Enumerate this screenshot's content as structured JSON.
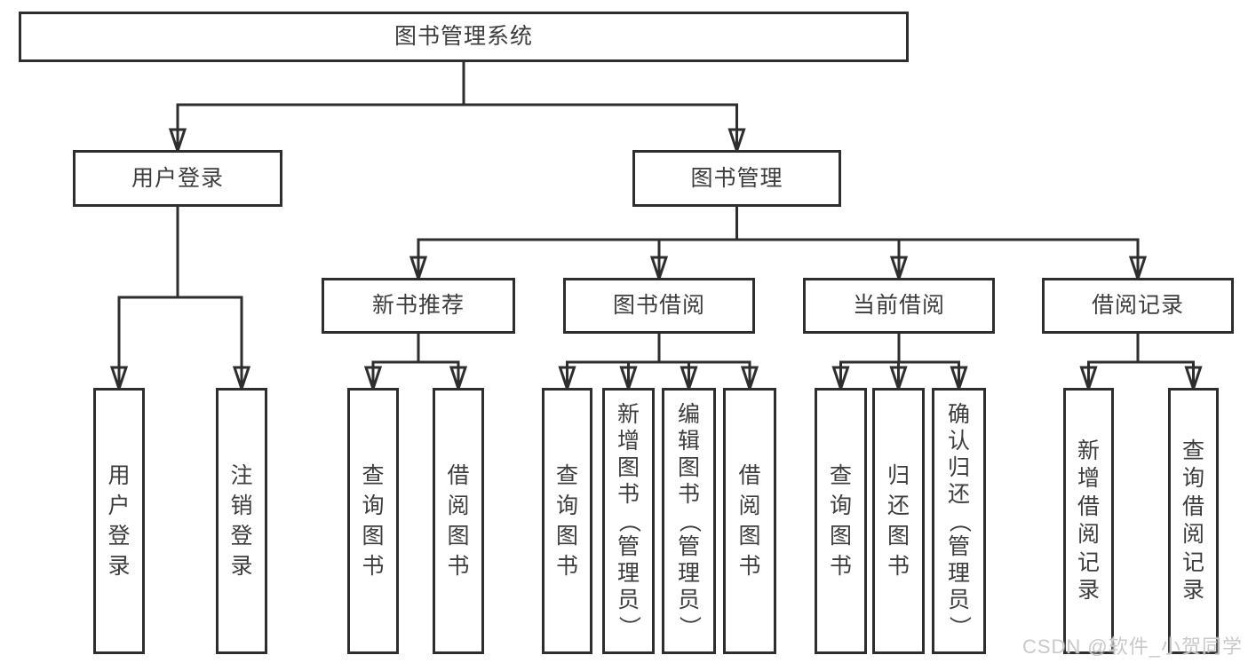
{
  "diagram": {
    "title": "图书管理系统",
    "colors": {
      "line": "#2e2e2e",
      "text": "#3d3d3d",
      "box_background": "#ffffff"
    },
    "nodes": [
      {
        "id": "root",
        "label": "图书管理系统",
        "parent": null
      },
      {
        "id": "user-login",
        "label": "用户登录",
        "parent": "root"
      },
      {
        "id": "book-mgmt",
        "label": "图书管理",
        "parent": "root"
      },
      {
        "id": "login-do",
        "label": "用户登录",
        "parent": "user-login"
      },
      {
        "id": "login-out",
        "label": "注销登录",
        "parent": "user-login"
      },
      {
        "id": "new-book",
        "label": "新书推荐",
        "parent": "book-mgmt"
      },
      {
        "id": "book-borrow",
        "label": "图书借阅",
        "parent": "book-mgmt"
      },
      {
        "id": "current-borrow",
        "label": "当前借阅",
        "parent": "book-mgmt"
      },
      {
        "id": "borrow-record",
        "label": "借阅记录",
        "parent": "book-mgmt"
      },
      {
        "id": "nb-query",
        "label": "查询图书",
        "parent": "new-book"
      },
      {
        "id": "nb-borrow",
        "label": "借阅图书",
        "parent": "new-book"
      },
      {
        "id": "bb-query",
        "label": "查询图书",
        "parent": "book-borrow"
      },
      {
        "id": "bb-add",
        "label": "新增图书（管理员）",
        "parent": "book-borrow"
      },
      {
        "id": "bb-edit",
        "label": "编辑图书（管理员）",
        "parent": "book-borrow"
      },
      {
        "id": "bb-borrow",
        "label": "借阅图书",
        "parent": "book-borrow"
      },
      {
        "id": "cb-query",
        "label": "查询图书",
        "parent": "current-borrow"
      },
      {
        "id": "cb-return",
        "label": "归还图书",
        "parent": "current-borrow"
      },
      {
        "id": "cb-confirm",
        "label": "确认归还（管理员）",
        "parent": "current-borrow"
      },
      {
        "id": "br-add",
        "label": "新增借阅记录",
        "parent": "borrow-record"
      },
      {
        "id": "br-query",
        "label": "查询借阅记录",
        "parent": "borrow-record"
      }
    ]
  },
  "watermark": {
    "text": "CSDN @软件_小贺同学",
    "color": "#c9c9c9"
  }
}
